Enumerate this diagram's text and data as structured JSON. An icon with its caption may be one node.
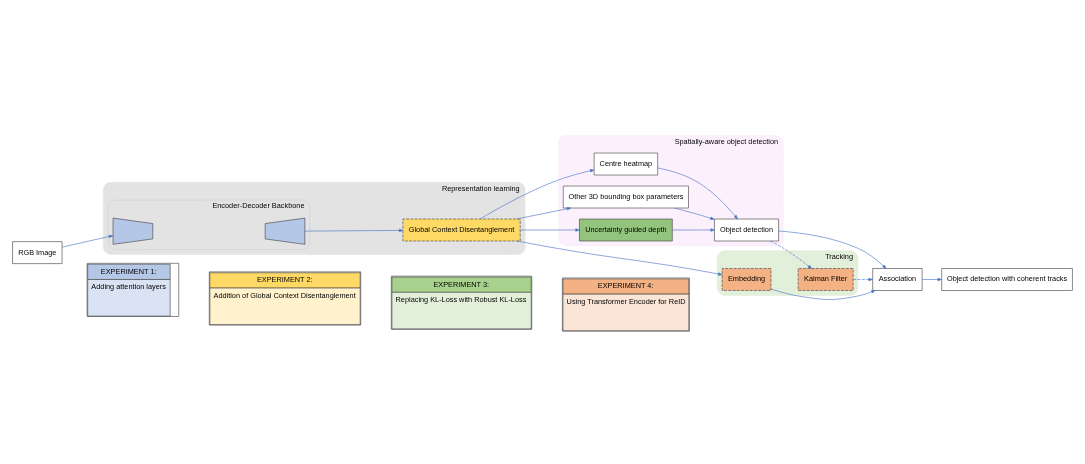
{
  "diagram": {
    "nodes": [
      {
        "text": [
          "RGB Image"
        ]
      },
      {
        "text": [
          "Representation learning"
        ]
      },
      {
        "text": [
          "Encoder-Decoder Backbone"
        ],
        "in": 1
      },
      {
        "text": [],
        "shape": "trapezium",
        "in": 2
      },
      {
        "text": [],
        "shape": "trapezium",
        "in": 2
      },
      {
        "text": [
          "Global Context Disentanglement"
        ],
        "in": 1
      },
      {
        "text": [
          "Spatially-aware object detection"
        ]
      },
      {
        "text": [
          "Centre heatmap"
        ],
        "in": 6
      },
      {
        "text": [
          "Other 3D bounding box parameters"
        ],
        "in": 6
      },
      {
        "text": [
          "Uncertainty guided depth"
        ],
        "in": 6
      },
      {
        "text": [
          "Object detection"
        ],
        "in": 6
      },
      {
        "text": [
          "Tracking"
        ]
      },
      {
        "text": [
          "Kalman Filter"
        ],
        "in": 11
      },
      {
        "text": [
          "Embedding"
        ],
        "in": 11
      },
      {
        "text": [
          "Association"
        ]
      },
      {
        "text": [
          "Object detection with coherent tracks"
        ]
      },
      {
        "text": [
          "EXPERIMENT 1:",
          "Adding attention layers"
        ]
      },
      {
        "text": [
          "EXPERIMENT 2:",
          "Addition of Global Context Disentanglement"
        ]
      },
      {
        "text": [
          "EXPERIMENT 3:",
          "Replacing KL-Loss with Robust KL-Loss"
        ]
      },
      {
        "text": [
          "EXPERIMENT 4:",
          "Using Transformer Encoder for ReID"
        ]
      }
    ],
    "edges": [
      {
        "from": 0,
        "to": 3,
        "arrow": "to"
      },
      {
        "from": 4,
        "to": 5,
        "arrow": "to"
      },
      {
        "from": 5,
        "to": 7,
        "arrow": "to"
      },
      {
        "from": 5,
        "to": 8,
        "arrow": "to"
      },
      {
        "from": 5,
        "to": 9,
        "arrow": "to"
      },
      {
        "from": 5,
        "to": 13,
        "arrow": "to"
      },
      {
        "from": 7,
        "to": 10,
        "arrow": "to"
      },
      {
        "from": 8,
        "to": 10,
        "arrow": "to"
      },
      {
        "from": 9,
        "to": 10,
        "arrow": "to"
      },
      {
        "from": 10,
        "to": 12,
        "arrow": "to",
        "style": "dashed"
      },
      {
        "from": 10,
        "to": 14,
        "arrow": "to"
      },
      {
        "from": 12,
        "to": 14,
        "arrow": "to",
        "style": "dashed"
      },
      {
        "from": 13,
        "to": 14,
        "arrow": "to"
      },
      {
        "from": 14,
        "to": 15,
        "arrow": "to"
      }
    ]
  }
}
